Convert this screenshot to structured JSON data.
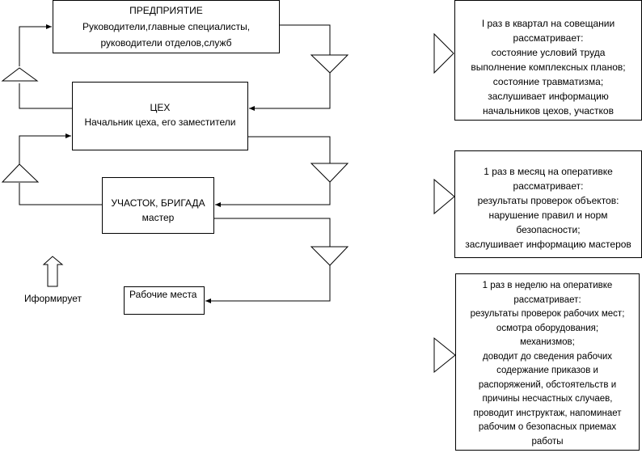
{
  "levels": {
    "enterprise": {
      "title": "ПРЕДПРИЯТИЕ",
      "lines": [
        "Руководители,главные специалисты,",
        "руководители отделов,служб"
      ]
    },
    "workshop": {
      "title": "ЦЕХ",
      "lines": [
        "Начальник цеха, его заместители"
      ]
    },
    "section": {
      "title": "УЧАСТОК, БРИГАДА",
      "lines": [
        "мастер"
      ]
    },
    "workplaces": {
      "title": "Рабочие места"
    }
  },
  "legend": {
    "label": "Иформирует"
  },
  "descriptions": [
    {
      "lines": [
        "I раз в квартал на совещании",
        "рассматривает:",
        "состояние условий труда",
        "выполнение комплексных планов;",
        "состояние травматизма;",
        "заслушивает информацию",
        "начальников цехов, участков"
      ]
    },
    {
      "lines": [
        "1 раз в месяц на оперативке",
        "рассматривает:",
        "результаты проверок объектов:",
        "нарушение правил и норм",
        "безопасности;",
        "заслушивает информацию мастеров"
      ]
    },
    {
      "lines": [
        "1 раз в неделю на оперативке",
        "рассматривает:",
        "результаты проверок рабочих мест;",
        "осмотра оборудования;",
        "механизмов;",
        "доводит до сведения рабочих",
        "содержание приказов и",
        "распоряжений, обстоятельств и",
        "причины несчастных случаев,",
        "проводит инструктаж, напоминает",
        "рабочим о безопасных приемах",
        "работы"
      ]
    }
  ]
}
